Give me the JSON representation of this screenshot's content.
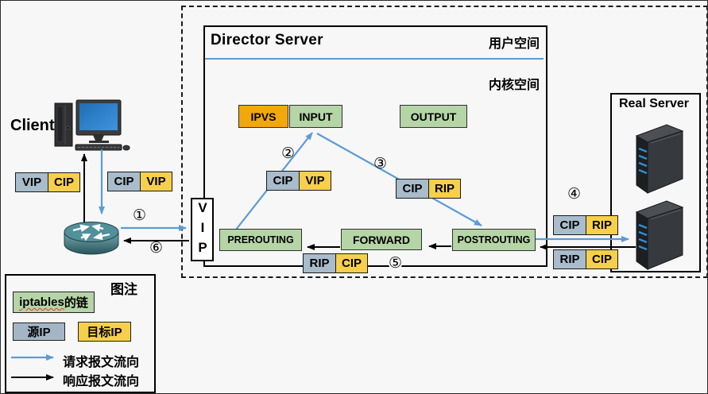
{
  "client": {
    "label": "Client"
  },
  "director": {
    "title": "Director Server",
    "user_space_label": "用户空间",
    "kernel_space_label": "内核空间",
    "vip_label": "VIP",
    "chains": {
      "ipvs": "IPVS",
      "input": "INPUT",
      "output": "OUTPUT",
      "prerouting": "PREROUTING",
      "forward": "FORWARD",
      "postrouting": "POSTROUTING"
    }
  },
  "real_server": {
    "title": "Real Server"
  },
  "packets": {
    "client_received": {
      "src": "VIP",
      "dst": "CIP"
    },
    "client_sent": {
      "src": "CIP",
      "dst": "VIP"
    },
    "director_request_in": {
      "src": "CIP",
      "dst": "VIP"
    },
    "director_request_out": {
      "src": "CIP",
      "dst": "RIP"
    },
    "director_response": {
      "src": "RIP",
      "dst": "CIP"
    },
    "server_request_in": {
      "src": "CIP",
      "dst": "RIP"
    },
    "server_response_out": {
      "src": "RIP",
      "dst": "CIP"
    }
  },
  "steps": {
    "s1": "①",
    "s2": "②",
    "s3": "③",
    "s4": "④",
    "s5": "⑤",
    "s6": "⑥"
  },
  "legend": {
    "title": "图注",
    "chain_label_en": "iptables",
    "chain_label_zh": "的链",
    "source_ip_label": "源IP",
    "dest_ip_label": "目标IP",
    "request_flow_label": "请求报文流向",
    "response_flow_label": "响应报文流向"
  },
  "colors": {
    "chain_green": "#b5d5a7",
    "ipvs_orange": "#f2a70a",
    "source_gray": "#a9bccb",
    "dest_yellow": "#f6cf4c",
    "request_blue": "#5b9bd5",
    "response_black": "#000000"
  }
}
